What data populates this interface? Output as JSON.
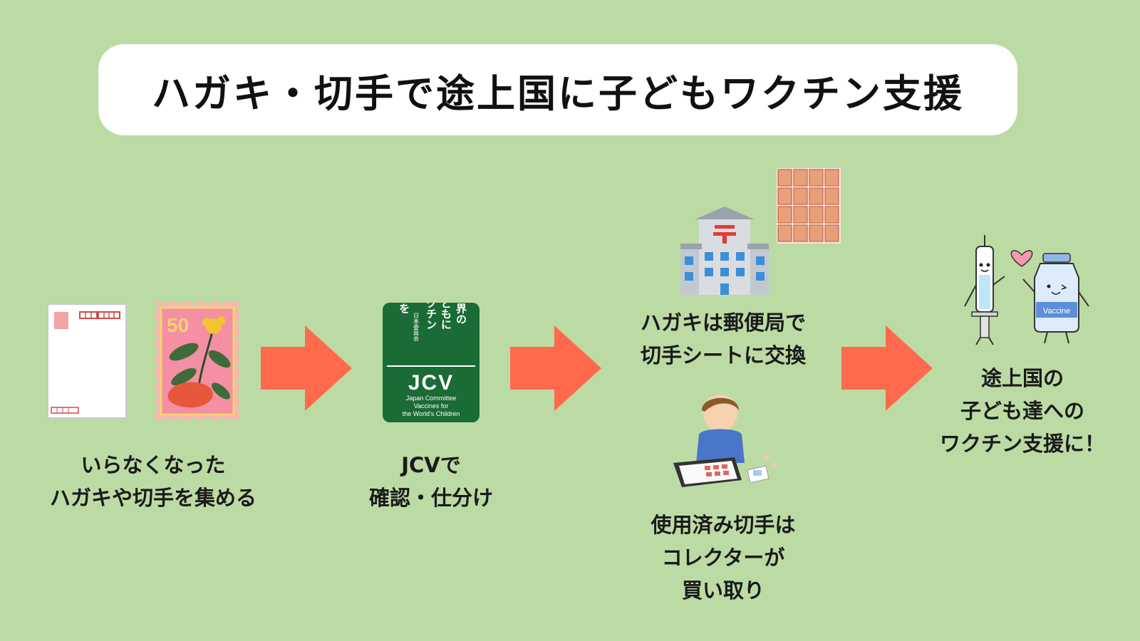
{
  "title": "ハガキ・切手で途上国に子どもワクチン支援",
  "step1": {
    "lines": [
      "いらなくなった",
      "ハガキや切手を集める"
    ],
    "stamp_value": "50"
  },
  "step2": {
    "lines": [
      "JCVで",
      "確認・仕分け"
    ],
    "logo": {
      "vertical_col1": "世界の",
      "vertical_col2": "子どもに",
      "vertical_col3": "ワクチン",
      "vertical_col4": "を",
      "vertical_small": "日本委員会",
      "abbr": "JCV",
      "name_line1": "Japan Committee",
      "name_line2": "Vaccines for",
      "name_line3": "the World's Children"
    }
  },
  "step3a": {
    "lines": [
      "ハガキは郵便局で",
      "切手シートに交換"
    ]
  },
  "step3b": {
    "lines": [
      "使用済み切手は",
      "コレクターが",
      "買い取り"
    ]
  },
  "step4": {
    "lines": [
      "途上国の",
      "子ども達への",
      "ワクチン支援に！"
    ],
    "vial_label": "Vaccine"
  },
  "colors": {
    "background": "#bcdba4",
    "arrow": "#ff6a4d",
    "jcv_green": "#1b6b36",
    "title_box": "#ffffff"
  }
}
